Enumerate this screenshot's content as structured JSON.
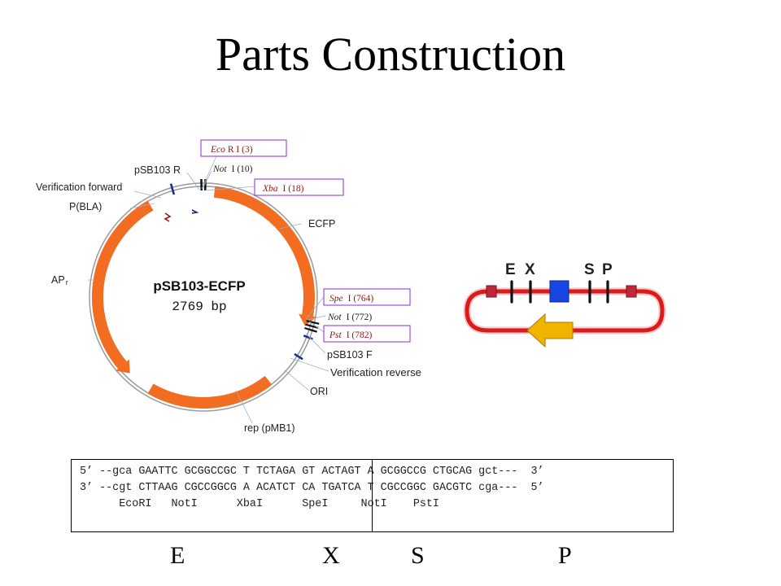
{
  "slide": {
    "title": "Parts Construction"
  },
  "plasmid": {
    "name": "pSB103-ECFP",
    "size": "2769 bp",
    "feature_labels": {
      "verification_forward": "Verification forward",
      "pbla": "P(BLA)",
      "apr": "AP",
      "apr_sup": "r",
      "psb103_r": "pSB103 R",
      "ecfp": "ECFP",
      "psb103_f": "pSB103 F",
      "verification_reverse": "Verification reverse",
      "ori": "ORI",
      "rep": "rep (pMB1)"
    },
    "sites": {
      "ecori": {
        "name": "Eco",
        "rest": "R I (3)"
      },
      "noti_top": {
        "name": "Not",
        "rest": "I (10)"
      },
      "xbai": {
        "name": "Xba",
        "rest": "I (18)"
      },
      "spei": {
        "name": "Spe",
        "rest": "I (764)"
      },
      "noti_bottom": {
        "name": "Not",
        "rest": "I (772)"
      },
      "psti": {
        "name": "Pst",
        "rest": "I (782)"
      }
    },
    "colors": {
      "feature": "#f26d21",
      "backbone": "#9a9a9a",
      "primer": "#1b2a8a",
      "site_box": "#8a2be2"
    }
  },
  "biobrick": {
    "letters": [
      "E",
      "X",
      "S",
      "P"
    ],
    "colors": {
      "loop": "#dd1a1a",
      "insert": "#1846e0",
      "arrow": "#f0b400"
    }
  },
  "sequence": {
    "top_strand": "5’ --gca GAATTC GCGGCCGC T TCTAGA GT ACTAGT A GCGGCCG CTGCAG gct---  3’",
    "bottom_strand": "3’ --cgt CTTAAG CGCCGGCG A ACATCT CA TGATCA T CGCCGGC GACGTC cga---  5’",
    "enzymes": "      EcoRI   NotI      XbaI      SpeI     NotI    PstI"
  },
  "bottom_letters": [
    "E",
    "X",
    "S",
    "P"
  ]
}
